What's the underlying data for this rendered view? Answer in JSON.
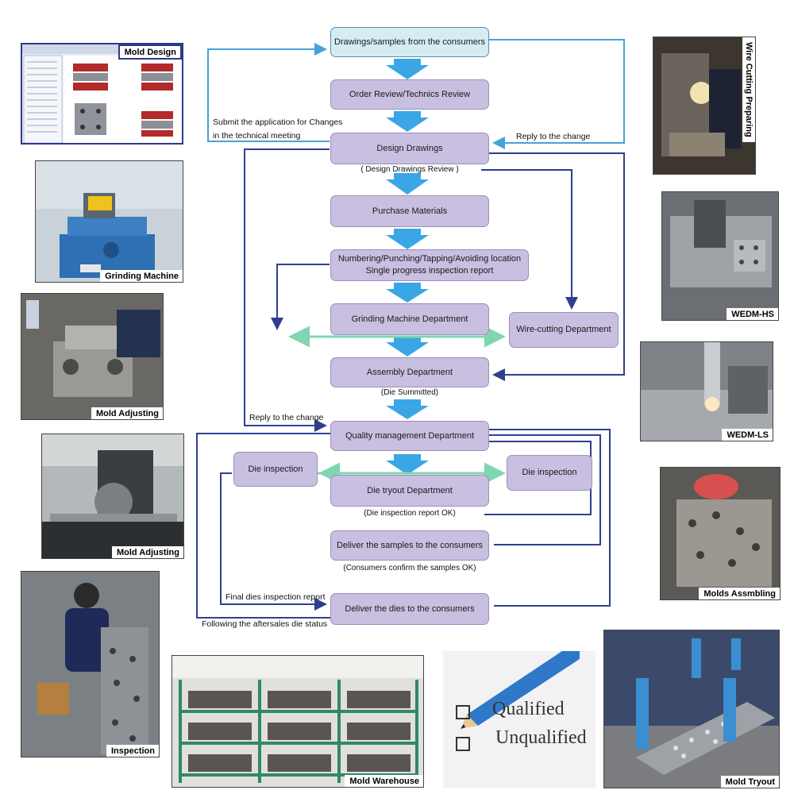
{
  "colors": {
    "box_fill": "#c8bfe1",
    "top_box_fill": "#d6ecf3",
    "arrow_fill": "#3ba6e6",
    "connector_dark": "#2f3f8f",
    "connector_light": "#43a4d8",
    "bidirectional": "#7fd6b0"
  },
  "flow": {
    "consumers_drawings": "Drawings/samples from the consumers",
    "order_review": "Order Review/Technics Review",
    "design_drawings": "Design Drawings",
    "design_review": "( Design Drawings Review )",
    "purchase": "Purchase Materials",
    "numbering_line1": "Numbering/Punching/Tapping/Avoiding location",
    "numbering_line2": "Single progress inspection report",
    "grinding": "Grinding Machine Department",
    "wire_cutting": "Wire-cutting Department",
    "assembly": "Assembly Department",
    "die_summitted": "(Die Summitted)",
    "quality": "Quality management Department",
    "die_inspection_left": "Die inspection",
    "die_inspection_right": "Die inspection",
    "die_tryout": "Die tryout Department",
    "inspection_ok": "(Die inspection report OK)",
    "deliver_samples": "Deliver the samples to the consumers",
    "consumers_confirm": "(Consumers confirm the samples OK)",
    "deliver_dies": "Deliver the dies to the consumers"
  },
  "side_labels": {
    "submit_line1": "Submit the application for Changes",
    "submit_line2": "in the technical meeting",
    "reply_right": "Reply to the change",
    "reply_left": "Reply to the change",
    "final_dies": "Final dies inspection report",
    "aftersales": "Following the aftersales die status"
  },
  "photos": {
    "mold_design": "Mold Design",
    "grinding_machine": "Grinding Machine",
    "mold_adjusting_1": "Mold Adjusting",
    "mold_adjusting_2": "Mold Adjusting",
    "inspection": "Inspection",
    "mold_warehouse": "Mold Warehouse",
    "wire_cutting_preparing": "Wire Cutting Preparing",
    "wedm_hs": "WEDM-HS",
    "wedm_ls": "WEDM-LS",
    "molds_assembling": "Molds Assmbling",
    "mold_tryout": "Mold Tryout"
  },
  "checklist": {
    "qualified": "Qualified",
    "unqualified": "Unqualified"
  }
}
